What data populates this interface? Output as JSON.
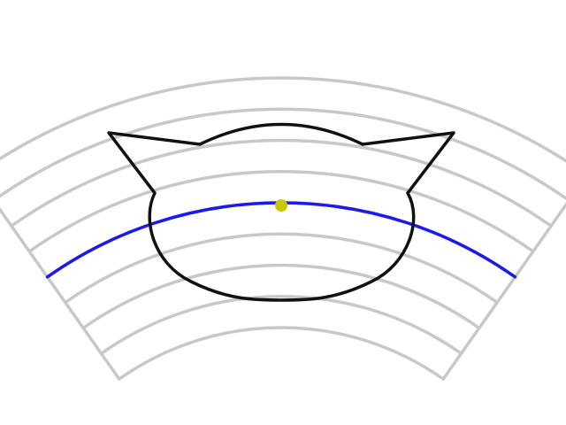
{
  "colors": {
    "background": "#ffffff",
    "grid": "#c8c8c8",
    "outline": "#111111",
    "highlight": "#1a1aee",
    "marker": "#c8c800"
  },
  "grid": {
    "ring_count": 9,
    "highlight_ring_index": 4
  },
  "icons": {
    "shape": "cat-head-outline",
    "marker": "dot-marker"
  }
}
